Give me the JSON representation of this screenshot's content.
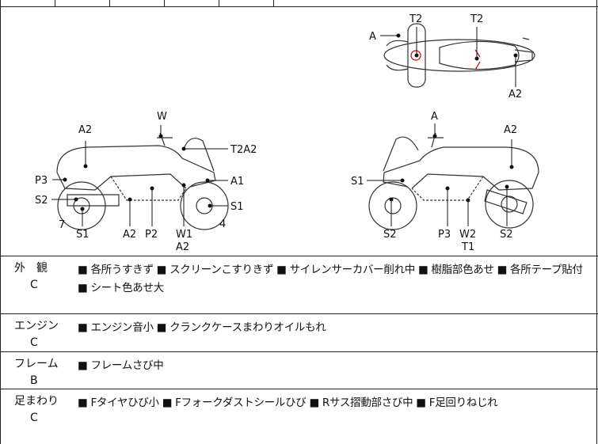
{
  "top_diagram": {
    "callouts_top_view": [
      "A",
      "T2",
      "T2",
      "A2"
    ],
    "callouts_left_view": [
      "W",
      "A2",
      "T2A2",
      "P3",
      "A1",
      "S2",
      "S1",
      "7",
      "4",
      "S1",
      "A2",
      "P2",
      "W1",
      "A2"
    ],
    "callouts_right_view": [
      "A",
      "A2",
      "S1",
      "S2",
      "P3",
      "W2",
      "T1",
      "S2"
    ]
  },
  "rows": [
    {
      "category": "外　観",
      "grade": "C",
      "notes": "■ 各所うすきず ■ スクリーンこすりきず ■ サイレンサーカバー削れ中 ■ 樹脂部色あせ ■ 各所テープ貼付 ■ シート色あせ大"
    },
    {
      "category": "エンジン",
      "grade": "C",
      "notes": "■ エンジン音小 ■ クランクケースまわりオイルもれ"
    },
    {
      "category": "フレーム",
      "grade": "B",
      "notes": "■ フレームさび中"
    },
    {
      "category": "足まわり",
      "grade": "C",
      "notes": "■ Fタイヤひび小 ■ Fフォークダストシールひび ■ Rサス摺動部さび中 ■ F足回りねじれ"
    }
  ]
}
